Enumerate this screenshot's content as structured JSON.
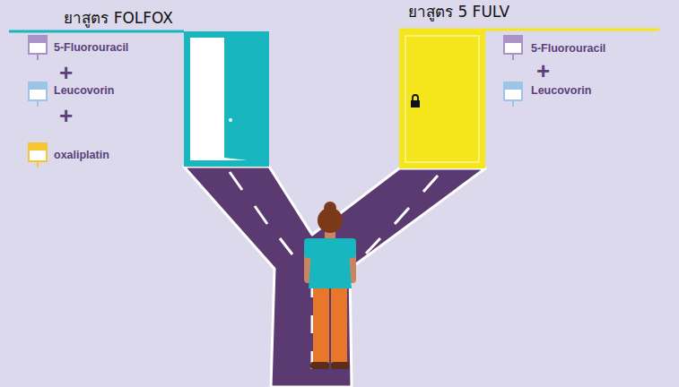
{
  "diagram": {
    "nodes": [
      {
        "text": [
          "ยาสูตร FOLFOX"
        ]
      },
      {
        "text": [
          "ยาสูตร 5 FULV"
        ]
      }
    ],
    "labels": [
      "5-Fluorouracil",
      "+",
      "Leucovorin",
      "+",
      "oxaliplatin",
      "5-Fluorouracil",
      "+",
      "Leucovorin"
    ]
  }
}
